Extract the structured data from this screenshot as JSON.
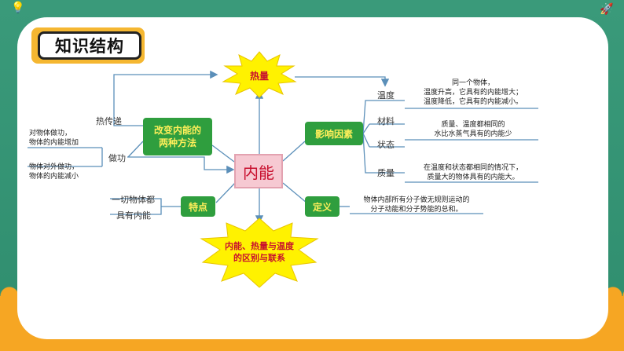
{
  "title": "知识结构",
  "center": "内能",
  "heat_star": "热量",
  "relation_star": [
    "内能、热量与温度",
    "的区别与联系"
  ],
  "methods_node": [
    "改变内能的",
    "两种方法"
  ],
  "factors_node": "影响因素",
  "feature_node": "特点",
  "definition_node": "定义",
  "heat_transfer": "热传递",
  "work": "做功",
  "work_on": [
    "对物体做功，",
    "物体的内能增加"
  ],
  "work_by": [
    "物体对外做功，",
    "物体的内能减小"
  ],
  "feature_text": [
    "一切物体都",
    "具有内能"
  ],
  "definition_text": [
    "物体内部所有分子做无规则运动的",
    "分子动能和分子势能的总和。"
  ],
  "factors": [
    {
      "label": "温度",
      "desc": [
        "同一个物体，",
        "温度升高，它具有的内能增大；",
        "温度降低，它具有的内能减小。"
      ]
    },
    {
      "label": "材料",
      "desc": []
    },
    {
      "label": "状态",
      "desc": [
        "质量、温度都相同的",
        "水比水蒸气具有的内能少"
      ]
    },
    {
      "label": "质量",
      "desc": [
        "在温度和状态都相同的情况下，",
        "质量大的物体具有的内能大。"
      ]
    }
  ],
  "colors": {
    "node_green": "#2f9e3e",
    "node_text": "#ffef5a",
    "star": "#fff200",
    "accent_red": "#c8102e",
    "line": "#5b8fb9"
  }
}
